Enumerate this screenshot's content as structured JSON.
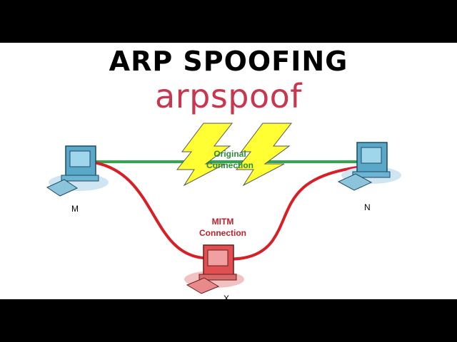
{
  "title": "ARP SPOOFING",
  "subtitle": "arpspoof",
  "diagram": {
    "original_connection": {
      "line1": "Original",
      "line2": "Connection"
    },
    "mitm_connection": {
      "line1": "MITM",
      "line2": "Connection"
    },
    "nodes": {
      "left": "M",
      "right": "N",
      "attacker": "X"
    }
  },
  "colors": {
    "subtitle": "#c8364f",
    "original_line": "#2ea84a",
    "mitm_line": "#d81f26",
    "lightning": "#ffff33",
    "computer": "#59a8c8",
    "attacker_computer": "#e05050"
  }
}
